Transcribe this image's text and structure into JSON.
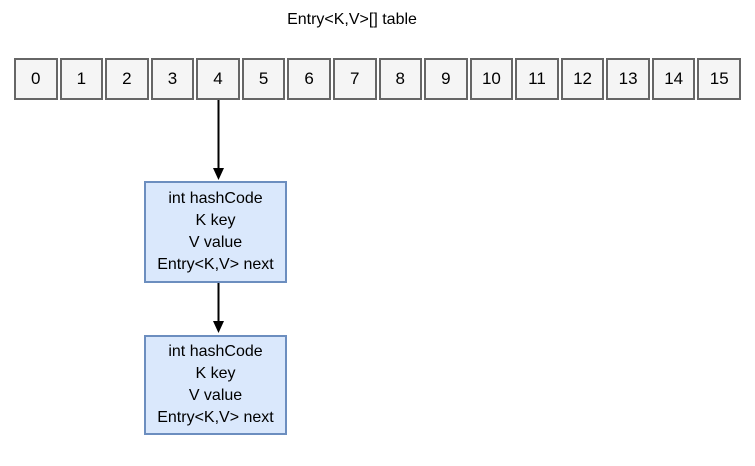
{
  "title": "Entry<K,V>[] table",
  "array": {
    "cells": [
      "0",
      "1",
      "2",
      "3",
      "4",
      "5",
      "6",
      "7",
      "8",
      "9",
      "10",
      "11",
      "12",
      "13",
      "14",
      "15"
    ]
  },
  "entry_boxes": [
    {
      "lines": [
        "int hashCode",
        "K key",
        "V value",
        "Entry<K,V> next"
      ]
    },
    {
      "lines": [
        "int hashCode",
        "K key",
        "V value",
        "Entry<K,V> next"
      ]
    }
  ],
  "arrows": [
    {
      "from": "table-cell-4",
      "to": "entry-node-1"
    },
    {
      "from": "entry-node-1",
      "to": "entry-node-2"
    }
  ],
  "colors": {
    "text": "#000000",
    "arrow": "#000000",
    "box_fill": "#dae8fc",
    "box_border": "#6c8ebf",
    "cell_fill": "#f5f5f5",
    "cell_border": "#666666"
  }
}
